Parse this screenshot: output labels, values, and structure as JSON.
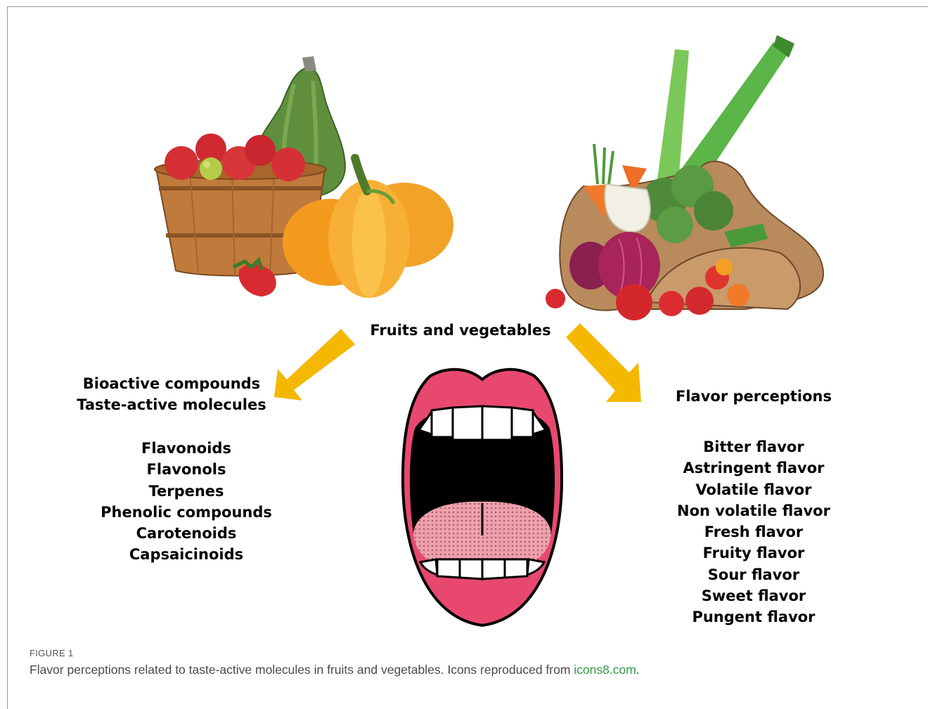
{
  "center_label": "Fruits and vegetables",
  "left": {
    "headings": [
      "Bioactive compounds",
      "Taste-active molecules"
    ],
    "items": [
      "Flavonoids",
      "Flavonols",
      "Terpenes",
      "Phenolic compounds",
      "Carotenoids",
      "Capsaicinoids"
    ]
  },
  "right": {
    "heading": "Flavor perceptions",
    "items": [
      "Bitter flavor",
      "Astringent flavor",
      "Volatile flavor",
      "Non volatile flavor",
      "Fresh flavor",
      "Fruity flavor",
      "Sour flavor",
      "Sweet flavor",
      "Pungent flavor"
    ]
  },
  "caption": {
    "label": "FIGURE 1",
    "text": "Flavor perceptions related to taste-active molecules in fruits and vegetables. Icons reproduced from ",
    "link": "icons8.com",
    "end": "."
  },
  "colors": {
    "arrow": "#f5b800",
    "lips": "#e8486e",
    "tongue": "#f0a0ac"
  }
}
